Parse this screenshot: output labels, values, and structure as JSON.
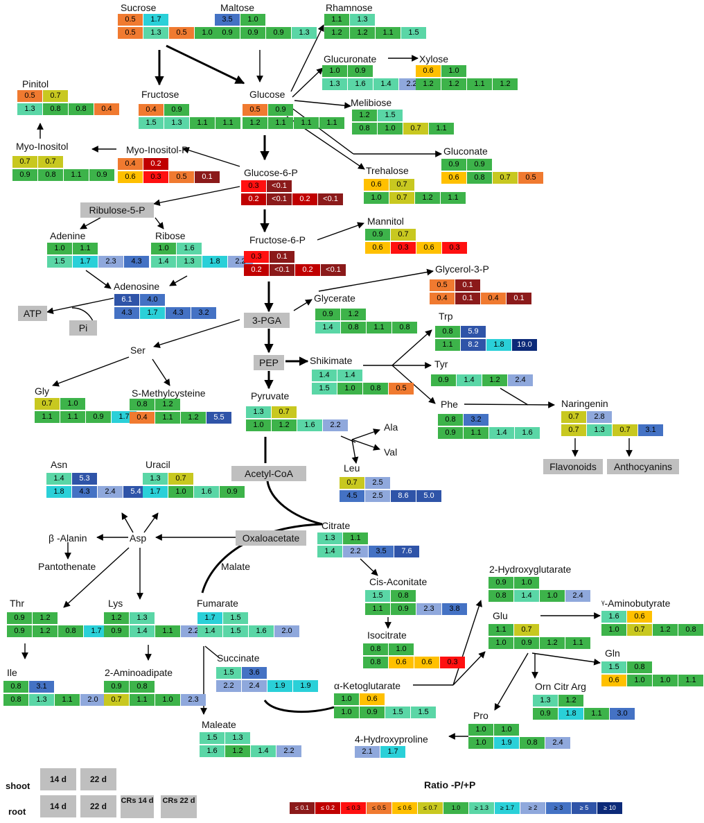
{
  "colors": {
    "le_0_1": "#8b1a1a",
    "le_0_2": "#c00000",
    "le_0_3": "#ff1010",
    "le_0_5": "#f07a30",
    "le_0_6": "#ffc000",
    "le_0_7": "#c8c820",
    "eq_1_0": "#3db34a",
    "ge_1_3": "#5ad6a6",
    "ge_1_7": "#2ad0d8",
    "ge_2": "#8fa8dc",
    "ge_3": "#4472c4",
    "ge_5": "#2f54a8",
    "ge_10": "#0c2a78",
    "box_gray": "#bfbfbf"
  },
  "nodes": [
    {
      "id": "sucrose",
      "label": "Sucrose",
      "shoot": [
        "0.5",
        "1.7"
      ],
      "root": [
        "0.5",
        "1.3",
        "0.5",
        "1.0"
      ]
    },
    {
      "id": "maltose",
      "label": "Maltose",
      "shoot": [
        "3.5",
        "1.0"
      ],
      "root": [
        "0.9",
        "0.9",
        "0.9",
        "1.3"
      ]
    },
    {
      "id": "rhamnose",
      "label": "Rhamnose",
      "shoot": [
        "1.1",
        "1.3"
      ],
      "root": [
        "1.2",
        "1.2",
        "1.1",
        "1.5"
      ]
    },
    {
      "id": "glucuronate",
      "label": "Glucuronate",
      "shoot": [
        "1.0",
        "0.9"
      ],
      "root": [
        "1.3",
        "1.6",
        "1.4",
        "2.2"
      ]
    },
    {
      "id": "xylose",
      "label": "Xylose",
      "shoot": [
        "0.6",
        "1.0"
      ],
      "root": [
        "1.2",
        "1.2",
        "1.1",
        "1.2"
      ]
    },
    {
      "id": "pinitol",
      "label": "Pinitol",
      "shoot": [
        "0.5",
        "0.7"
      ],
      "root": [
        "1.3",
        "0.8",
        "0.8",
        "0.4"
      ]
    },
    {
      "id": "fructose",
      "label": "Fructose",
      "shoot": [
        "0.4",
        "0.9"
      ],
      "root": [
        "1.5",
        "1.3",
        "1.1",
        "1.1"
      ]
    },
    {
      "id": "glucose",
      "label": "Glucose",
      "shoot": [
        "0.5",
        "0.9"
      ],
      "root": [
        "1.2",
        "1.1",
        "1.1",
        "1.1"
      ]
    },
    {
      "id": "melibiose",
      "label": "Melibiose",
      "shoot": [
        "1.2",
        "1.5"
      ],
      "root": [
        "0.8",
        "1.0",
        "0.7",
        "1.1"
      ]
    },
    {
      "id": "myoinositol",
      "label": "Myo-Inositol",
      "shoot": [
        "0.7",
        "0.7"
      ],
      "root": [
        "0.9",
        "0.8",
        "1.1",
        "0.9"
      ]
    },
    {
      "id": "myoinositolp",
      "label": "Myo-Inositol-P",
      "shoot": [
        "0.4",
        "0.2"
      ],
      "root": [
        "0.6",
        "0.3",
        "0.5",
        "0.1"
      ]
    },
    {
      "id": "gluconate",
      "label": "Gluconate",
      "shoot": [
        "0.9",
        "0.9"
      ],
      "root": [
        "0.6",
        "0.8",
        "0.7",
        "0.5"
      ]
    },
    {
      "id": "g6p",
      "label": "Glucose-6-P",
      "shoot": [
        "0.3",
        "<0.1"
      ],
      "root": [
        "0.2",
        "<0.1",
        "0.2",
        "<0.1"
      ]
    },
    {
      "id": "trehalose",
      "label": "Trehalose",
      "shoot": [
        "0.6",
        "0.7"
      ],
      "root": [
        "1.0",
        "0.7",
        "1.2",
        "1.1"
      ]
    },
    {
      "id": "adenine",
      "label": "Adenine",
      "shoot": [
        "1.0",
        "1.1"
      ],
      "root": [
        "1.5",
        "1.7",
        "2.3",
        "4.3"
      ]
    },
    {
      "id": "ribose",
      "label": "Ribose",
      "shoot": [
        "1.0",
        "1.6"
      ],
      "root": [
        "1.4",
        "1.3",
        "1.8",
        "2.2"
      ]
    },
    {
      "id": "mannitol",
      "label": "Mannitol",
      "shoot": [
        "0.9",
        "0.7"
      ],
      "root": [
        "0.6",
        "0.3",
        "0.6",
        "0.3"
      ]
    },
    {
      "id": "f6p",
      "label": "Fructose-6-P",
      "shoot": [
        "0.3",
        "0.1"
      ],
      "root": [
        "0.2",
        "<0.1",
        "0.2",
        "<0.1"
      ]
    },
    {
      "id": "adenosine",
      "label": "Adenosine",
      "shoot": [
        "6.1",
        "4.0"
      ],
      "root": [
        "4.3",
        "1.7",
        "4.3",
        "3.2"
      ]
    },
    {
      "id": "glycerol3p",
      "label": "Glycerol-3-P",
      "shoot": [
        "0.5",
        "0.1"
      ],
      "root": [
        "0.4",
        "0.1",
        "0.4",
        "0.1"
      ]
    },
    {
      "id": "glycerate",
      "label": "Glycerate",
      "shoot": [
        "0.9",
        "1.2"
      ],
      "root": [
        "1.4",
        "0.8",
        "1.1",
        "0.8"
      ]
    },
    {
      "id": "trp",
      "label": "Trp",
      "shoot": [
        "0.8",
        "5.9"
      ],
      "root": [
        "1.1",
        "8.2",
        "1.8",
        "19.0"
      ]
    },
    {
      "id": "shikimate",
      "label": "Shikimate",
      "shoot": [
        "1.4",
        "1.4"
      ],
      "root": [
        "1.5",
        "1.0",
        "0.8",
        "0.5"
      ]
    },
    {
      "id": "tyr",
      "label": "Tyr",
      "shoot": [],
      "root": [
        "0.9",
        "1.4",
        "1.2",
        "2.4"
      ]
    },
    {
      "id": "gly",
      "label": "Gly",
      "shoot": [
        "0.7",
        "1.0"
      ],
      "root": [
        "1.1",
        "1.1",
        "0.9",
        "1.7"
      ]
    },
    {
      "id": "smc",
      "label": "S-Methylcysteine",
      "shoot": [
        "0.8",
        "1.2"
      ],
      "root": [
        "0.4",
        "1.1",
        "1.2",
        "5.5"
      ]
    },
    {
      "id": "pyruvate",
      "label": "Pyruvate",
      "shoot": [
        "1.3",
        "0.7"
      ],
      "root": [
        "1.0",
        "1.2",
        "1.6",
        "2.2"
      ]
    },
    {
      "id": "phe",
      "label": "Phe",
      "shoot": [
        "0.8",
        "3.2"
      ],
      "root": [
        "0.9",
        "1.1",
        "1.4",
        "1.6"
      ]
    },
    {
      "id": "naringenin",
      "label": "Naringenin",
      "shoot": [
        "0.7",
        "2.8"
      ],
      "root": [
        "0.7",
        "1.3",
        "0.7",
        "3.1"
      ]
    },
    {
      "id": "asn",
      "label": "Asn",
      "shoot": [
        "1.4",
        "5.3"
      ],
      "root": [
        "1.8",
        "4.3",
        "2.4",
        "5.4"
      ]
    },
    {
      "id": "uracil",
      "label": "Uracil",
      "shoot": [
        "1.3",
        "0.7"
      ],
      "root": [
        "1.7",
        "1.0",
        "1.6",
        "0.9"
      ]
    },
    {
      "id": "leu",
      "label": "Leu",
      "shoot": [
        "0.7",
        "2.5"
      ],
      "root": [
        "4.5",
        "2.5",
        "8.6",
        "5.0"
      ]
    },
    {
      "id": "citrate",
      "label": "Citrate",
      "shoot": [
        "1.3",
        "1.1"
      ],
      "root": [
        "1.4",
        "2.2",
        "3.5",
        "7.6"
      ]
    },
    {
      "id": "hydroxyglutarate",
      "label": "2-Hydroxyglutarate",
      "shoot": [
        "0.9",
        "1.0"
      ],
      "root": [
        "0.8",
        "1.4",
        "1.0",
        "2.4"
      ]
    },
    {
      "id": "cisaconitate",
      "label": "Cis-Aconitate",
      "shoot": [
        "1.5",
        "0.8"
      ],
      "root": [
        "1.1",
        "0.9",
        "2.3",
        "3.8"
      ]
    },
    {
      "id": "gaba",
      "label": "ᵞ-Aminobutyrate",
      "shoot": [
        "1.6",
        "0.6"
      ],
      "root": [
        "1.0",
        "0.7",
        "1.2",
        "0.8"
      ]
    },
    {
      "id": "thr",
      "label": "Thr",
      "shoot": [
        "0.9",
        "1.2"
      ],
      "root": [
        "0.9",
        "1.2",
        "0.8",
        "1.7"
      ]
    },
    {
      "id": "lys",
      "label": "Lys",
      "shoot": [
        "1.2",
        "1.3"
      ],
      "root": [
        "0.9",
        "1.4",
        "1.1",
        "2.2"
      ]
    },
    {
      "id": "fumarate",
      "label": "Fumarate",
      "shoot": [
        "1.7",
        "1.5"
      ],
      "root": [
        "1.4",
        "1.5",
        "1.6",
        "2.0"
      ]
    },
    {
      "id": "glu",
      "label": "Glu",
      "shoot": [
        "1.1",
        "0.7"
      ],
      "root": [
        "1.0",
        "0.9",
        "1.2",
        "1.1"
      ]
    },
    {
      "id": "isocitrate",
      "label": "Isocitrate",
      "shoot": [
        "0.8",
        "1.0"
      ],
      "root": [
        "0.8",
        "0.6",
        "0.6",
        "0.3"
      ]
    },
    {
      "id": "gln",
      "label": "Gln",
      "shoot": [
        "1.5",
        "0.8"
      ],
      "root": [
        "0.6",
        "1.0",
        "1.0",
        "1.1"
      ]
    },
    {
      "id": "ile",
      "label": "Ile",
      "shoot": [
        "0.8",
        "3.1"
      ],
      "root": [
        "0.8",
        "1.3",
        "1.1",
        "2.0"
      ]
    },
    {
      "id": "aminoadipate",
      "label": "2-Aminoadipate",
      "shoot": [
        "0.9",
        "0.8"
      ],
      "root": [
        "0.7",
        "1.1",
        "1.0",
        "2.3"
      ]
    },
    {
      "id": "succinate",
      "label": "Succinate",
      "shoot": [
        "1.5",
        "3.6"
      ],
      "root": [
        "2.2",
        "2.4",
        "1.9",
        "1.9"
      ]
    },
    {
      "id": "akg",
      "label": "α-Ketoglutarate",
      "shoot": [
        "1.0",
        "0.6"
      ],
      "root": [
        "1.0",
        "0.9",
        "1.5",
        "1.5"
      ]
    },
    {
      "id": "orncitrarg",
      "label": "Orn Citr Arg",
      "shoot": [
        "1.3",
        "1.2"
      ],
      "root": [
        "0.9",
        "1.8",
        "1.1",
        "3.0"
      ]
    },
    {
      "id": "pro",
      "label": "Pro",
      "shoot": [
        "1.0",
        "1.0"
      ],
      "root": [
        "1.0",
        "1.9",
        "0.8",
        "2.4"
      ]
    },
    {
      "id": "maleate",
      "label": "Maleate",
      "shoot": [
        "1.5",
        "1.3"
      ],
      "root": [
        "1.6",
        "1.2",
        "1.4",
        "2.2"
      ]
    },
    {
      "id": "hydroxyproline",
      "label": "4-Hydroxyproline",
      "shoot": [
        "2.1",
        "1.7"
      ],
      "root": []
    }
  ],
  "plain_labels": {
    "ser": "Ser",
    "ala": "Ala",
    "val": "Val",
    "asp": "Asp",
    "beta_alanin": "β -Alanin",
    "pantothenate": "Pantothenate",
    "malate": "Malate",
    "pi": "Pi"
  },
  "boxes": {
    "ribulose5p": "Ribulose-5-P",
    "atp": "ATP",
    "pga": "3-PGA",
    "pep": "PEP",
    "acetylcoa": "Acetyl-CoA",
    "oxaloacetate": "Oxaloacetate",
    "flavonoids": "Flavonoids",
    "anthocyanins": "Anthocyanins"
  },
  "key": {
    "shoot_label": "shoot",
    "root_label": "root",
    "shoot_cols": [
      "14 d",
      "22 d"
    ],
    "root_cols": [
      "14 d",
      "22 d",
      "CRs 14 d",
      "CRs 22 d"
    ]
  },
  "legend": {
    "title": "Ratio -P/+P",
    "items": [
      {
        "label": "≤ 0.1",
        "color": "#8b1a1a"
      },
      {
        "label": "≤ 0.2",
        "color": "#c00000"
      },
      {
        "label": "≤ 0.3",
        "color": "#ff1010"
      },
      {
        "label": "≤ 0.5",
        "color": "#f07a30"
      },
      {
        "label": "≤ 0.6",
        "color": "#ffc000"
      },
      {
        "label": "≤ 0.7",
        "color": "#c8c820"
      },
      {
        "label": "1.0",
        "color": "#3db34a"
      },
      {
        "label": "≥ 1.3",
        "color": "#5ad6a6"
      },
      {
        "label": "≥ 1.7",
        "color": "#2ad0d8"
      },
      {
        "label": "≥ 2",
        "color": "#8fa8dc"
      },
      {
        "label": "≥ 3",
        "color": "#4472c4"
      },
      {
        "label": "≥ 5",
        "color": "#2f54a8"
      },
      {
        "label": "≥ 10",
        "color": "#0c2a78"
      }
    ]
  }
}
